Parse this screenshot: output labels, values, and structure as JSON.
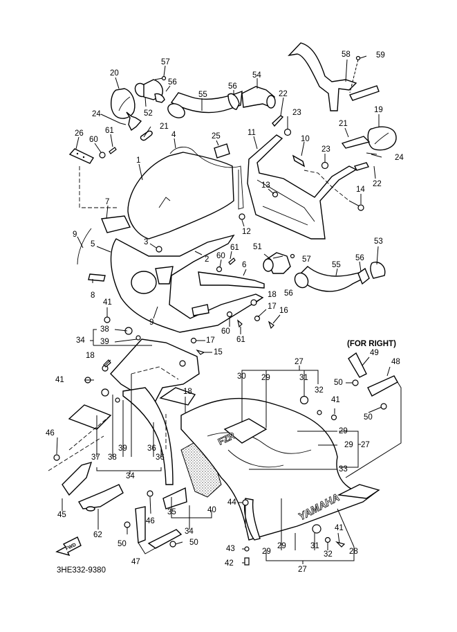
{
  "diagram": {
    "title_code": "3HE332-9380",
    "note_for_right": "(FOR RIGHT)",
    "fwd_arrow": "FWD",
    "brand_mark": "YAMAHA",
    "decal_mark": "FZR",
    "callouts": [
      {
        "id": "c57a",
        "label": "57"
      },
      {
        "id": "c20",
        "label": "20"
      },
      {
        "id": "c56a",
        "label": "56"
      },
      {
        "id": "c52",
        "label": "52"
      },
      {
        "id": "c55a",
        "label": "55"
      },
      {
        "id": "c56b",
        "label": "56"
      },
      {
        "id": "c54",
        "label": "54"
      },
      {
        "id": "c22a",
        "label": "22"
      },
      {
        "id": "c58",
        "label": "58"
      },
      {
        "id": "c59",
        "label": "59"
      },
      {
        "id": "c24a",
        "label": "24"
      },
      {
        "id": "c21a",
        "label": "21"
      },
      {
        "id": "c26",
        "label": "26"
      },
      {
        "id": "c61a",
        "label": "61"
      },
      {
        "id": "c60a",
        "label": "60"
      },
      {
        "id": "c4",
        "label": "4"
      },
      {
        "id": "c25",
        "label": "25"
      },
      {
        "id": "c23a",
        "label": "23"
      },
      {
        "id": "c19",
        "label": "19"
      },
      {
        "id": "c11",
        "label": "11"
      },
      {
        "id": "c10",
        "label": "10"
      },
      {
        "id": "c21b",
        "label": "21"
      },
      {
        "id": "c1",
        "label": "1"
      },
      {
        "id": "c23b",
        "label": "23"
      },
      {
        "id": "c24b",
        "label": "24"
      },
      {
        "id": "c22b",
        "label": "22"
      },
      {
        "id": "c13",
        "label": "13"
      },
      {
        "id": "c14",
        "label": "14"
      },
      {
        "id": "c7",
        "label": "7"
      },
      {
        "id": "c12",
        "label": "12"
      },
      {
        "id": "c3",
        "label": "3"
      },
      {
        "id": "c9a",
        "label": "9"
      },
      {
        "id": "c5",
        "label": "5"
      },
      {
        "id": "c2",
        "label": "2"
      },
      {
        "id": "c61b",
        "label": "61"
      },
      {
        "id": "c51",
        "label": "51"
      },
      {
        "id": "c57b",
        "label": "57"
      },
      {
        "id": "c53",
        "label": "53"
      },
      {
        "id": "c60b",
        "label": "60"
      },
      {
        "id": "c6",
        "label": "6"
      },
      {
        "id": "c55b",
        "label": "55"
      },
      {
        "id": "c56c",
        "label": "56"
      },
      {
        "id": "c56d",
        "label": "56"
      },
      {
        "id": "c8",
        "label": "8"
      },
      {
        "id": "c18a",
        "label": "18"
      },
      {
        "id": "c17a",
        "label": "17"
      },
      {
        "id": "c16",
        "label": "16"
      },
      {
        "id": "c9b",
        "label": "9"
      },
      {
        "id": "c41a",
        "label": "41"
      },
      {
        "id": "c60c",
        "label": "60"
      },
      {
        "id": "c38a",
        "label": "38"
      },
      {
        "id": "c34a",
        "label": "34"
      },
      {
        "id": "c39a",
        "label": "39"
      },
      {
        "id": "c17b",
        "label": "17"
      },
      {
        "id": "c61c",
        "label": "61"
      },
      {
        "id": "c15",
        "label": "15"
      },
      {
        "id": "c49",
        "label": "49"
      },
      {
        "id": "c18b",
        "label": "18"
      },
      {
        "id": "c27a",
        "label": "27"
      },
      {
        "id": "c48",
        "label": "48"
      },
      {
        "id": "c41b",
        "label": "41"
      },
      {
        "id": "c30",
        "label": "30"
      },
      {
        "id": "c29a",
        "label": "29"
      },
      {
        "id": "c31a",
        "label": "31"
      },
      {
        "id": "c32a",
        "label": "32"
      },
      {
        "id": "c50a",
        "label": "50"
      },
      {
        "id": "c18c",
        "label": "18"
      },
      {
        "id": "c41c",
        "label": "41"
      },
      {
        "id": "c50b",
        "label": "50"
      },
      {
        "id": "c46a",
        "label": "46"
      },
      {
        "id": "c29b",
        "label": "29"
      },
      {
        "id": "c29c",
        "label": "29"
      },
      {
        "id": "c27b",
        "label": "27"
      },
      {
        "id": "c37",
        "label": "37"
      },
      {
        "id": "c38b",
        "label": "38"
      },
      {
        "id": "c39b",
        "label": "39"
      },
      {
        "id": "c36a",
        "label": "36"
      },
      {
        "id": "c36b",
        "label": "36"
      },
      {
        "id": "c33",
        "label": "33"
      },
      {
        "id": "c34b",
        "label": "34"
      },
      {
        "id": "c45",
        "label": "45"
      },
      {
        "id": "c46b",
        "label": "46"
      },
      {
        "id": "c35",
        "label": "35"
      },
      {
        "id": "c40",
        "label": "40"
      },
      {
        "id": "c44",
        "label": "44"
      },
      {
        "id": "c62",
        "label": "62"
      },
      {
        "id": "c34c",
        "label": "34"
      },
      {
        "id": "c50c",
        "label": "50"
      },
      {
        "id": "c50d",
        "label": "50"
      },
      {
        "id": "c41d",
        "label": "41"
      },
      {
        "id": "c47",
        "label": "47"
      },
      {
        "id": "c43",
        "label": "43"
      },
      {
        "id": "c29d",
        "label": "29"
      },
      {
        "id": "c29e",
        "label": "29"
      },
      {
        "id": "c31b",
        "label": "31"
      },
      {
        "id": "c32b",
        "label": "32"
      },
      {
        "id": "c28",
        "label": "28"
      },
      {
        "id": "c42",
        "label": "42"
      },
      {
        "id": "c27c",
        "label": "27"
      }
    ]
  }
}
